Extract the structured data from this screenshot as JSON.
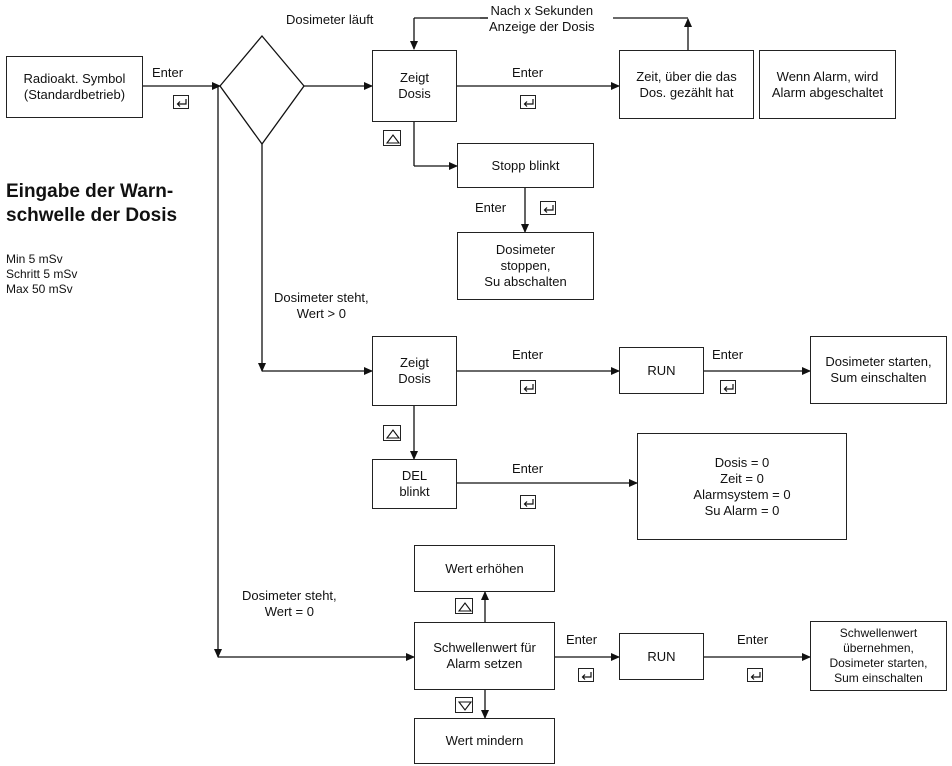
{
  "nodes": {
    "start": "Radioakt. Symbol\n(Standardbetrieb)",
    "zeigt_dosis_1": "Zeigt\nDosis",
    "zeit_gezaehlt": "Zeit, über die das\nDos. gezählt hat",
    "alarm_off": "Wenn Alarm, wird\nAlarm abgeschaltet",
    "stopp_blinkt": "Stopp blinkt",
    "dosimeter_stoppen": "Dosimeter\nstoppen,\nSu abschalten",
    "zeigt_dosis_2": "Zeigt\nDosis",
    "run_1": "RUN",
    "dosimeter_starten": "Dosimeter starten,\nSum einschalten",
    "del_blinkt": "DEL\nblinkt",
    "reset_values": "Dosis = 0\nZeit = 0\nAlarmsystem = 0\nSu Alarm = 0",
    "wert_erhoehen": "Wert erhöhen",
    "schwellenwert": "Schwellenwert für\nAlarm setzen",
    "run_2": "RUN",
    "uebernehmen": "Schwellenwert\nübernehmen,\nDosimeter starten,\nSum einschalten",
    "wert_mindern": "Wert mindern"
  },
  "labels": {
    "enter": "Enter",
    "dosimeter_laeuft": "Dosimeter läuft",
    "nach_x_sekunden": "Nach x Sekunden\nAnzeige der Dosis",
    "dosimeter_steht_gt0": "Dosimeter steht,\nWert > 0",
    "dosimeter_steht_eq0": "Dosimeter steht,\nWert = 0"
  },
  "sidebar": {
    "heading": "Eingabe der Warn-\nschwelle der Dosis",
    "params": [
      "Min 5 mSv",
      "Schritt 5 mSv",
      "Max 50 mSv"
    ]
  }
}
